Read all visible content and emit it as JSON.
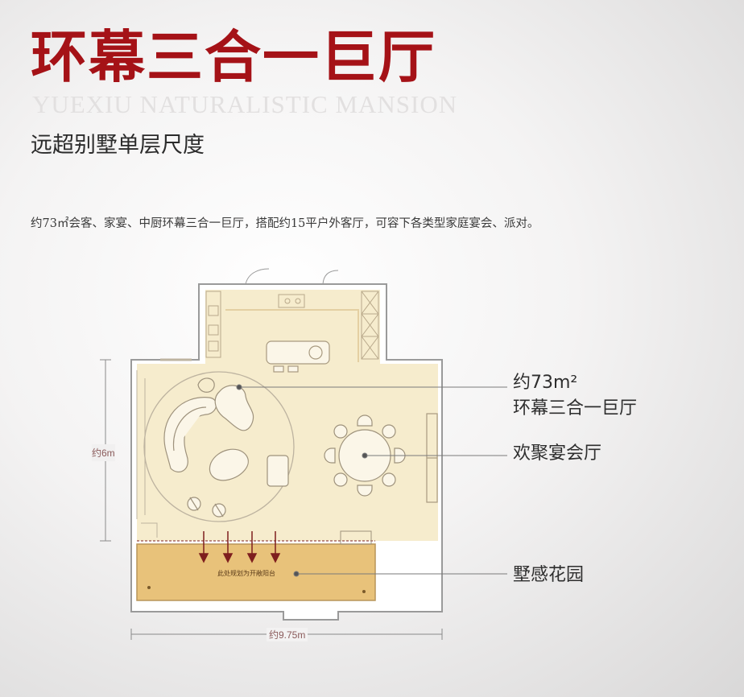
{
  "header": {
    "title": "环幕三合一巨厅",
    "watermark": "YUEXIU NATURALISTIC MANSION",
    "subtitle": "远超别墅单层尺度",
    "description": "约73㎡会客、家宴、中厨环幕三合一巨厅，搭配约15平户外客厅，可容下各类型家庭宴会、派对。"
  },
  "plan": {
    "callouts": {
      "hall_area": "约73m²",
      "hall_name": "环幕三合一巨厅",
      "banquet": "欢聚宴会厅",
      "garden": "墅感花园"
    },
    "dimensions": {
      "height": "约6m",
      "width": "约9.75m"
    },
    "balcony_note": "此处规划为开敞阳台"
  },
  "colors": {
    "title_red": "#a51217",
    "hall_fill": "#f6eccd",
    "garden_fill": "#e8c27a",
    "arrow": "#7e1e1e"
  }
}
